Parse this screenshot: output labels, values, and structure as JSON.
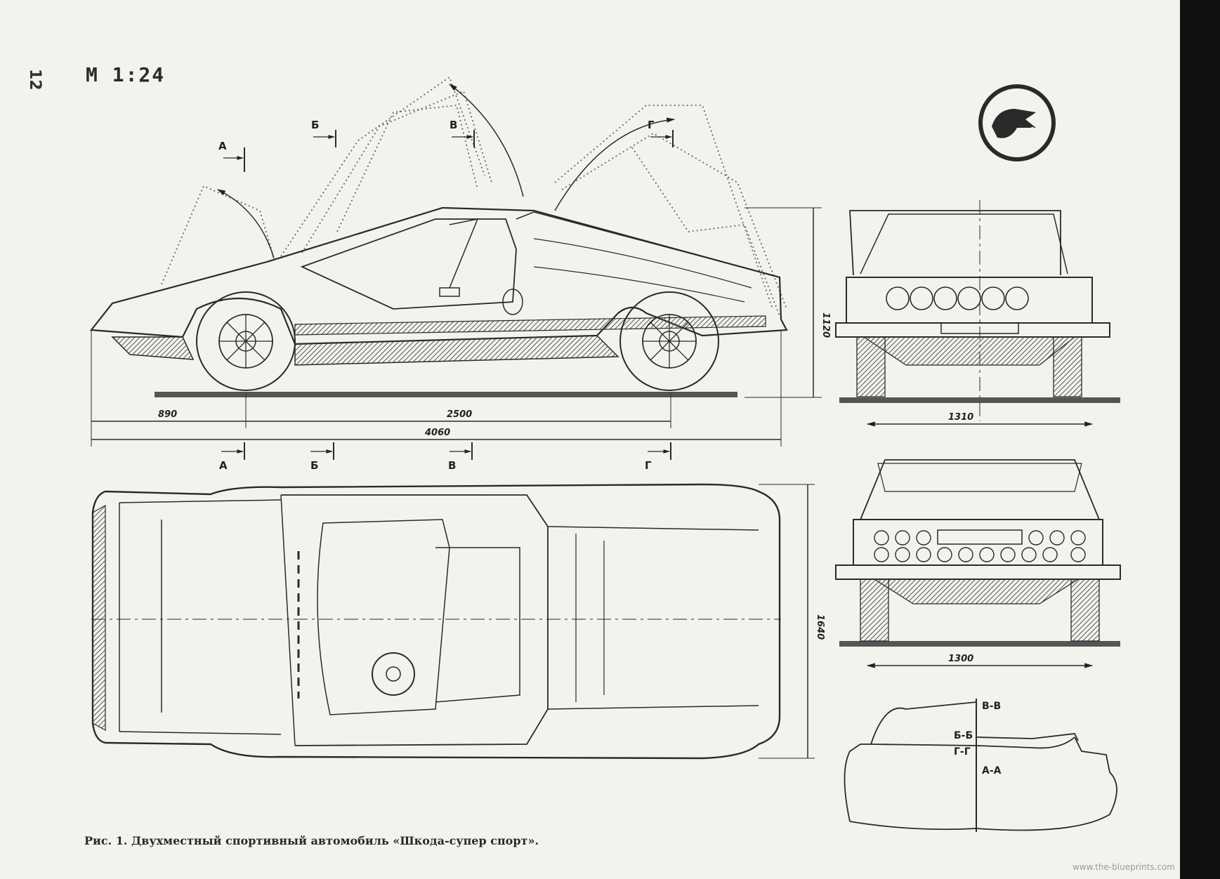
{
  "page": {
    "number": "12",
    "scale": "М 1:24",
    "caption": "Рис. 1. Двухместный спортивный автомобиль «Шкода-супер спорт».",
    "watermark": "www.the-blueprints.com"
  },
  "dimensions": {
    "front_overhang": "890",
    "wheelbase": "2500",
    "length": "4060",
    "height": "1120",
    "width": "1640",
    "front_track": "1310",
    "rear_track": "1300"
  },
  "section_markers": [
    "А",
    "Б",
    "В",
    "Г"
  ],
  "section_labels": [
    "В-В",
    "Б-Б",
    "Г-Г",
    "А-А"
  ],
  "colors": {
    "ink": "#2a2a2a",
    "paper": "#f3f2ec",
    "shade": "#8a8a84"
  },
  "icons": {
    "logo": "skoda-winged-arrow-logo"
  }
}
